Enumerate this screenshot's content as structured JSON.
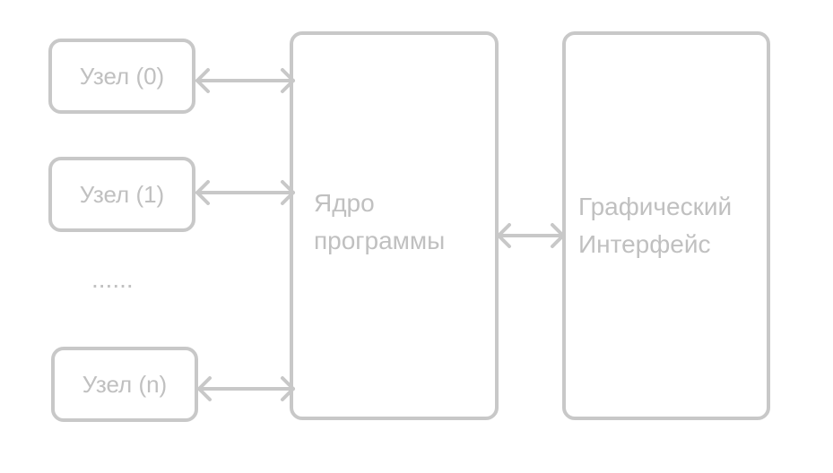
{
  "nodes": [
    {
      "label": "Узел (0)"
    },
    {
      "label": "Узел (1)"
    },
    {
      "label": "Узел (n)"
    }
  ],
  "ellipsis": "......",
  "core": {
    "line1": "Ядро",
    "line2": "программы"
  },
  "gui": {
    "line1": "Графический",
    "line2": "Интерфейс"
  },
  "colors": {
    "stroke": "#c8c8c8",
    "text": "#c0c0c0",
    "background": "#ffffff"
  }
}
